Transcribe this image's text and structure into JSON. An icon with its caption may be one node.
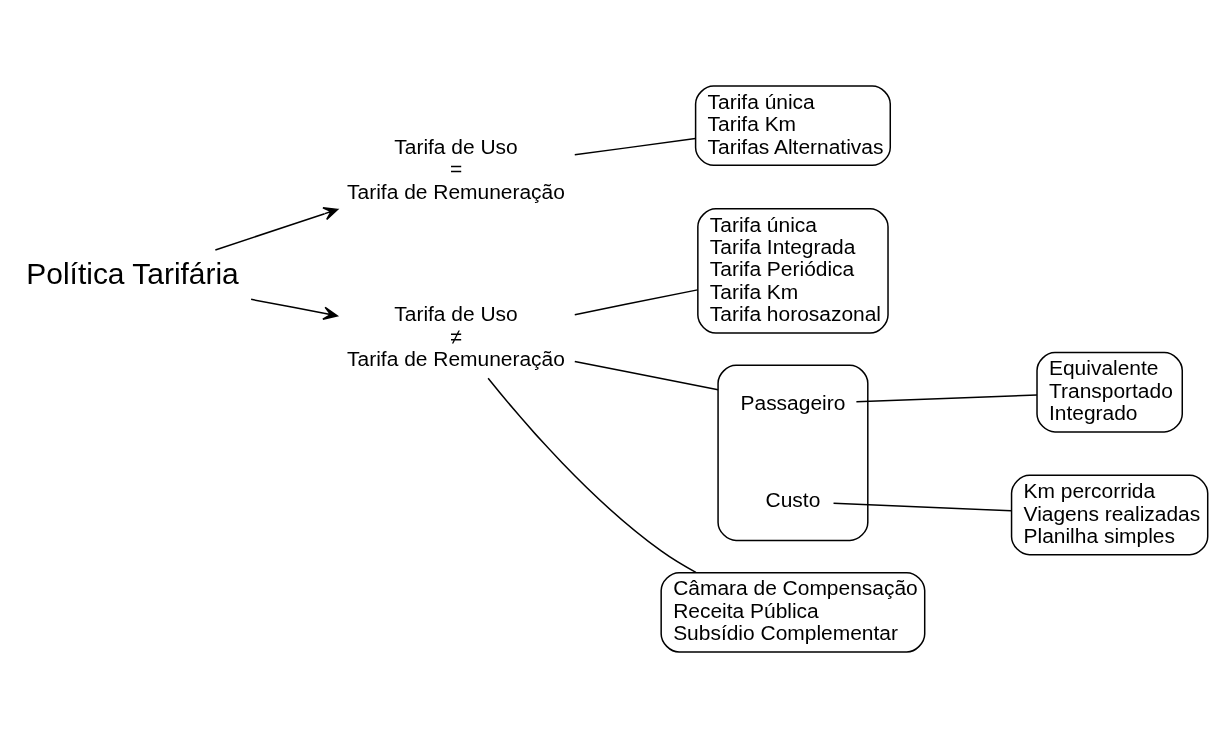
{
  "diagram": {
    "nodes": [
      {
        "text": [
          "Política Tarifária"
        ]
      },
      {
        "text": [
          "Tarifa de Uso",
          "=",
          "Tarifa de Remuneração"
        ]
      },
      {
        "text": [
          "Tarifa de Uso",
          "≠",
          "Tarifa de Remuneração"
        ]
      },
      {
        "text": [
          "Tarifa única",
          "Tarifa Km",
          "Tarifas Alternativas"
        ]
      },
      {
        "text": [
          "Tarifa única",
          "Tarifa Integrada",
          "Tarifa Periódica",
          "Tarifa Km",
          "Tarifa horosazonal"
        ]
      },
      {
        "text": [],
        "shape": "box"
      },
      {
        "text": [
          "Passageiro"
        ],
        "in": 5
      },
      {
        "text": [
          "Custo"
        ],
        "in": 5
      },
      {
        "text": [
          "Equivalente",
          "Transportado",
          "Integrado"
        ]
      },
      {
        "text": [
          "Km percorrida",
          "Viagens realizadas",
          "Planilha simples"
        ]
      },
      {
        "text": [
          "Câmara de Compensação",
          "Receita Pública",
          "Subsídio Complementar"
        ]
      }
    ],
    "edges": [
      {
        "from": 0,
        "to": 1,
        "arrow": "to"
      },
      {
        "from": 0,
        "to": 2,
        "arrow": "to"
      },
      {
        "from": 1,
        "to": 3,
        "arrow": "none"
      },
      {
        "from": 2,
        "to": 4,
        "arrow": "none"
      },
      {
        "from": 2,
        "to": 5,
        "arrow": "none"
      },
      {
        "from": 6,
        "to": 8,
        "arrow": "none"
      },
      {
        "from": 7,
        "to": 9,
        "arrow": "none"
      },
      {
        "from": 2,
        "to": 10,
        "arrow": "none"
      }
    ]
  }
}
